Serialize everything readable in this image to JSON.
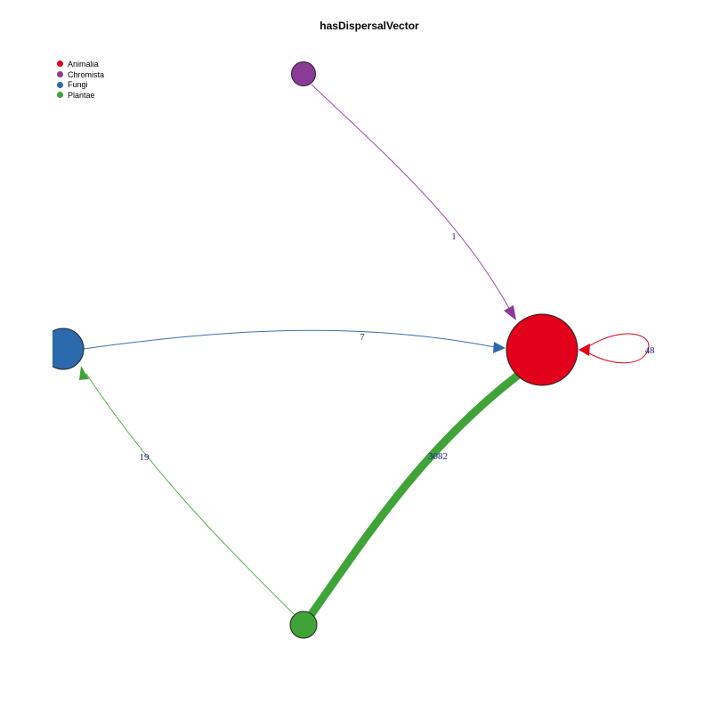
{
  "title": "hasDispersalVector",
  "legend": [
    {
      "label": "Animalia",
      "color": "#e2001a"
    },
    {
      "label": "Chromista",
      "color": "#8b3a96"
    },
    {
      "label": "Fungi",
      "color": "#2b6aad"
    },
    {
      "label": "Plantae",
      "color": "#3fa338"
    }
  ],
  "nodes": {
    "animalia": {
      "name": "Animalia",
      "color": "#e2001a"
    },
    "chromista": {
      "name": "Chromista",
      "color": "#8b3a96"
    },
    "fungi": {
      "name": "Fungi",
      "color": "#2b6aad"
    },
    "plantae": {
      "name": "Plantae",
      "color": "#3fa338"
    }
  },
  "edges": [
    {
      "from": "Chromista",
      "to": "Animalia",
      "label": "1",
      "color": "#9b4aa8"
    },
    {
      "from": "Fungi",
      "to": "Animalia",
      "label": "7",
      "color": "#3a6fae"
    },
    {
      "from": "Animalia",
      "to": "Animalia",
      "label": "48",
      "color": "#e2001a"
    },
    {
      "from": "Plantae",
      "to": "Fungi",
      "label": "19",
      "color": "#5aaf50"
    },
    {
      "from": "Plantae",
      "to": "Animalia",
      "label": "3082",
      "color": "#3fa338"
    }
  ]
}
